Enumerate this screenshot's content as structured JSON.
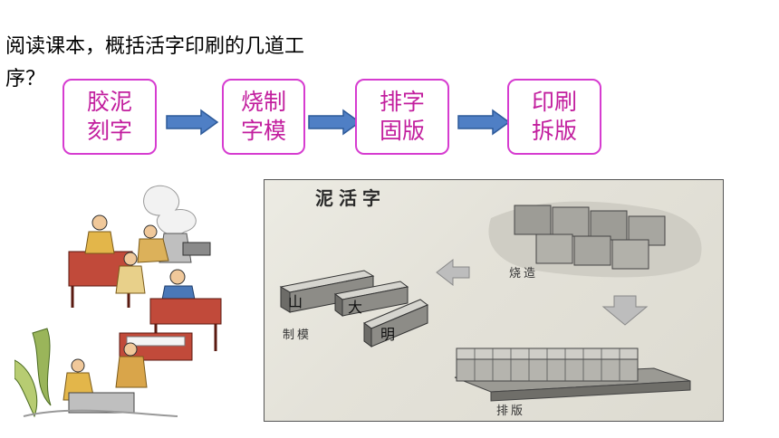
{
  "question": {
    "line1": "阅读课本，概括活字印刷的几道工",
    "line2": "序？"
  },
  "steps": [
    {
      "line1": "胶泥",
      "line2": "刻字"
    },
    {
      "line1": "烧制",
      "line2": "字模"
    },
    {
      "line1": "排字",
      "line2": "固版"
    },
    {
      "line1": "印刷",
      "line2": "拆版"
    }
  ],
  "photo": {
    "title": "泥活字",
    "label_shaozao": "烧造",
    "label_zhimo": "制模",
    "label_paiban": "排版",
    "type_chars": [
      "山",
      "大",
      "明"
    ]
  },
  "colors": {
    "step_border": "#d63cd0",
    "step_text": "#c21e9e",
    "arrow": "#4f7fc5"
  }
}
